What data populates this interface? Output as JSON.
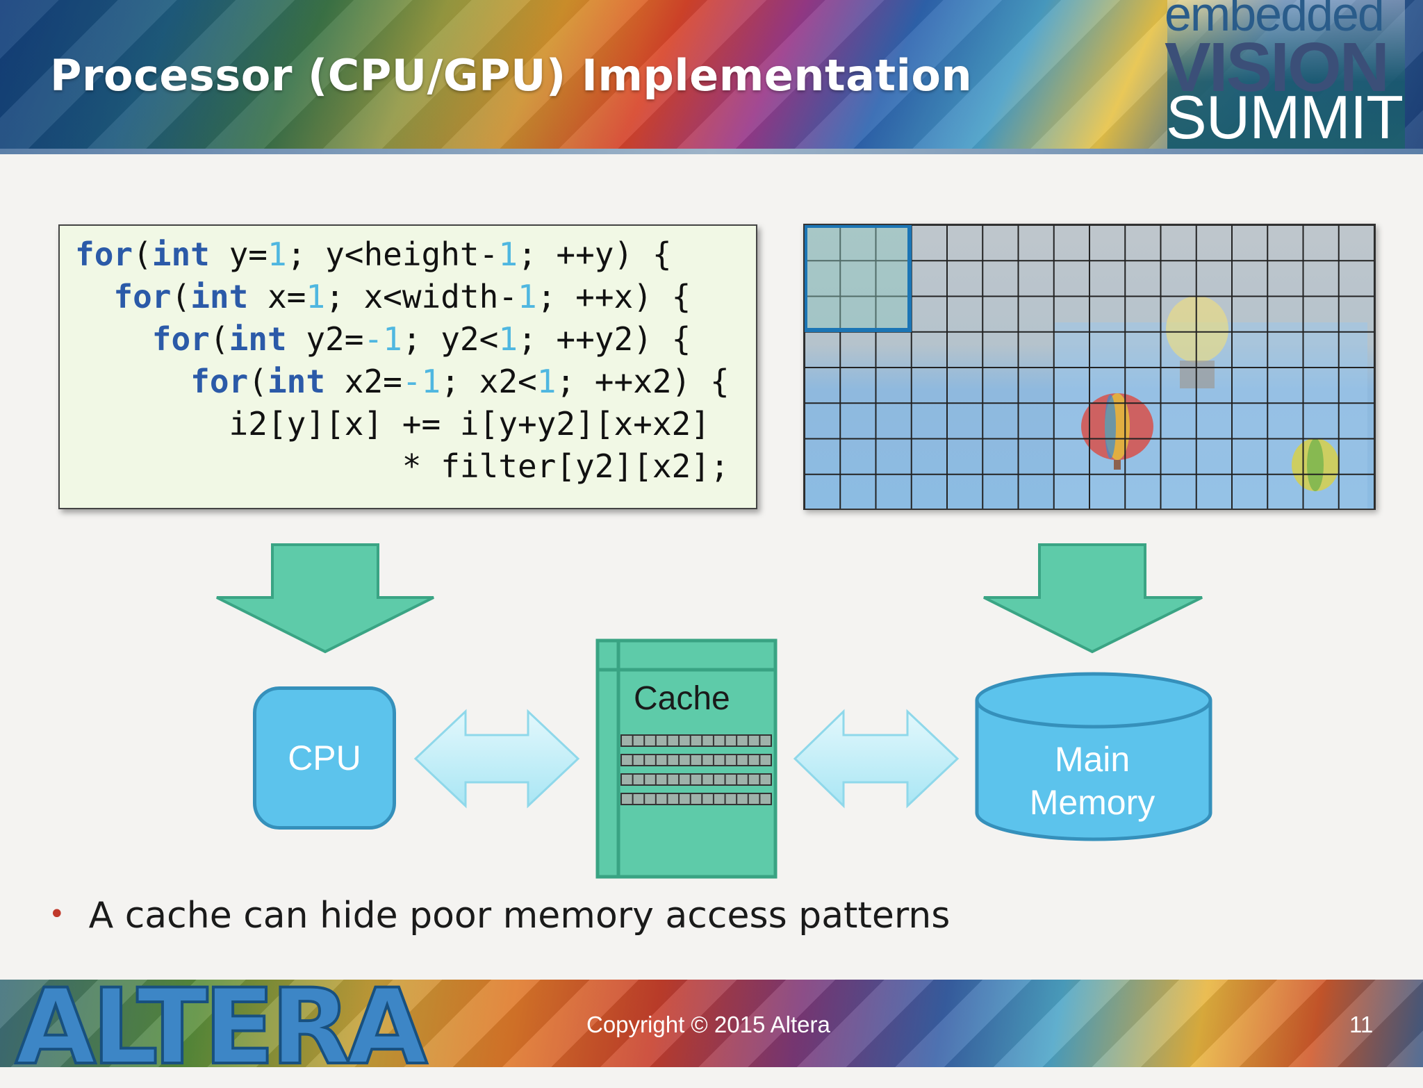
{
  "slide": {
    "title": "Processor (CPU/GPU) Implementation",
    "page_number": "11"
  },
  "brand": {
    "event_logo_line1": "embedded",
    "event_logo_line2": "VISION",
    "event_logo_line3": "SUMMIT",
    "company_logo_text": "ALTERA",
    "copyright": "Copyright © 2015 Altera"
  },
  "code": [
    [
      {
        "t": "for",
        "c": "kw"
      },
      {
        "t": "(",
        "c": ""
      },
      {
        "t": "int",
        "c": "kw"
      },
      {
        "t": " y=",
        "c": ""
      },
      {
        "t": "1",
        "c": "num"
      },
      {
        "t": "; y<height-",
        "c": ""
      },
      {
        "t": "1",
        "c": "num"
      },
      {
        "t": "; ++y) {",
        "c": ""
      }
    ],
    [
      {
        "t": "  ",
        "c": ""
      },
      {
        "t": "for",
        "c": "kw"
      },
      {
        "t": "(",
        "c": ""
      },
      {
        "t": "int",
        "c": "kw"
      },
      {
        "t": " x=",
        "c": ""
      },
      {
        "t": "1",
        "c": "num"
      },
      {
        "t": "; x<width-",
        "c": ""
      },
      {
        "t": "1",
        "c": "num"
      },
      {
        "t": "; ++x) {",
        "c": ""
      }
    ],
    [
      {
        "t": "    ",
        "c": ""
      },
      {
        "t": "for",
        "c": "kw"
      },
      {
        "t": "(",
        "c": ""
      },
      {
        "t": "int",
        "c": "kw"
      },
      {
        "t": " y2=",
        "c": ""
      },
      {
        "t": "-1",
        "c": "num"
      },
      {
        "t": "; y2<",
        "c": ""
      },
      {
        "t": "1",
        "c": "num"
      },
      {
        "t": "; ++y2) {",
        "c": ""
      }
    ],
    [
      {
        "t": "      ",
        "c": ""
      },
      {
        "t": "for",
        "c": "kw"
      },
      {
        "t": "(",
        "c": ""
      },
      {
        "t": "int",
        "c": "kw"
      },
      {
        "t": " x2=",
        "c": ""
      },
      {
        "t": "-1",
        "c": "num"
      },
      {
        "t": "; x2<",
        "c": ""
      },
      {
        "t": "1",
        "c": "num"
      },
      {
        "t": "; ++x2) {",
        "c": ""
      }
    ],
    [
      {
        "t": "        i2[y][x] += i[y+y2][x+x2]",
        "c": ""
      }
    ],
    [
      {
        "t": "                 * filter[y2][x2];",
        "c": ""
      }
    ]
  ],
  "diagram": {
    "cpu_label": "CPU",
    "cache_label": "Cache",
    "memory_label_line1": "Main",
    "memory_label_line2": "Memory"
  },
  "bullets": [
    "A cache can hide poor memory access patterns"
  ],
  "colors": {
    "accent_green": "#5ecba9",
    "accent_blue": "#5cc3ec",
    "highlight_blue": "#1b75b5",
    "bullet_red": "#c0392b"
  }
}
